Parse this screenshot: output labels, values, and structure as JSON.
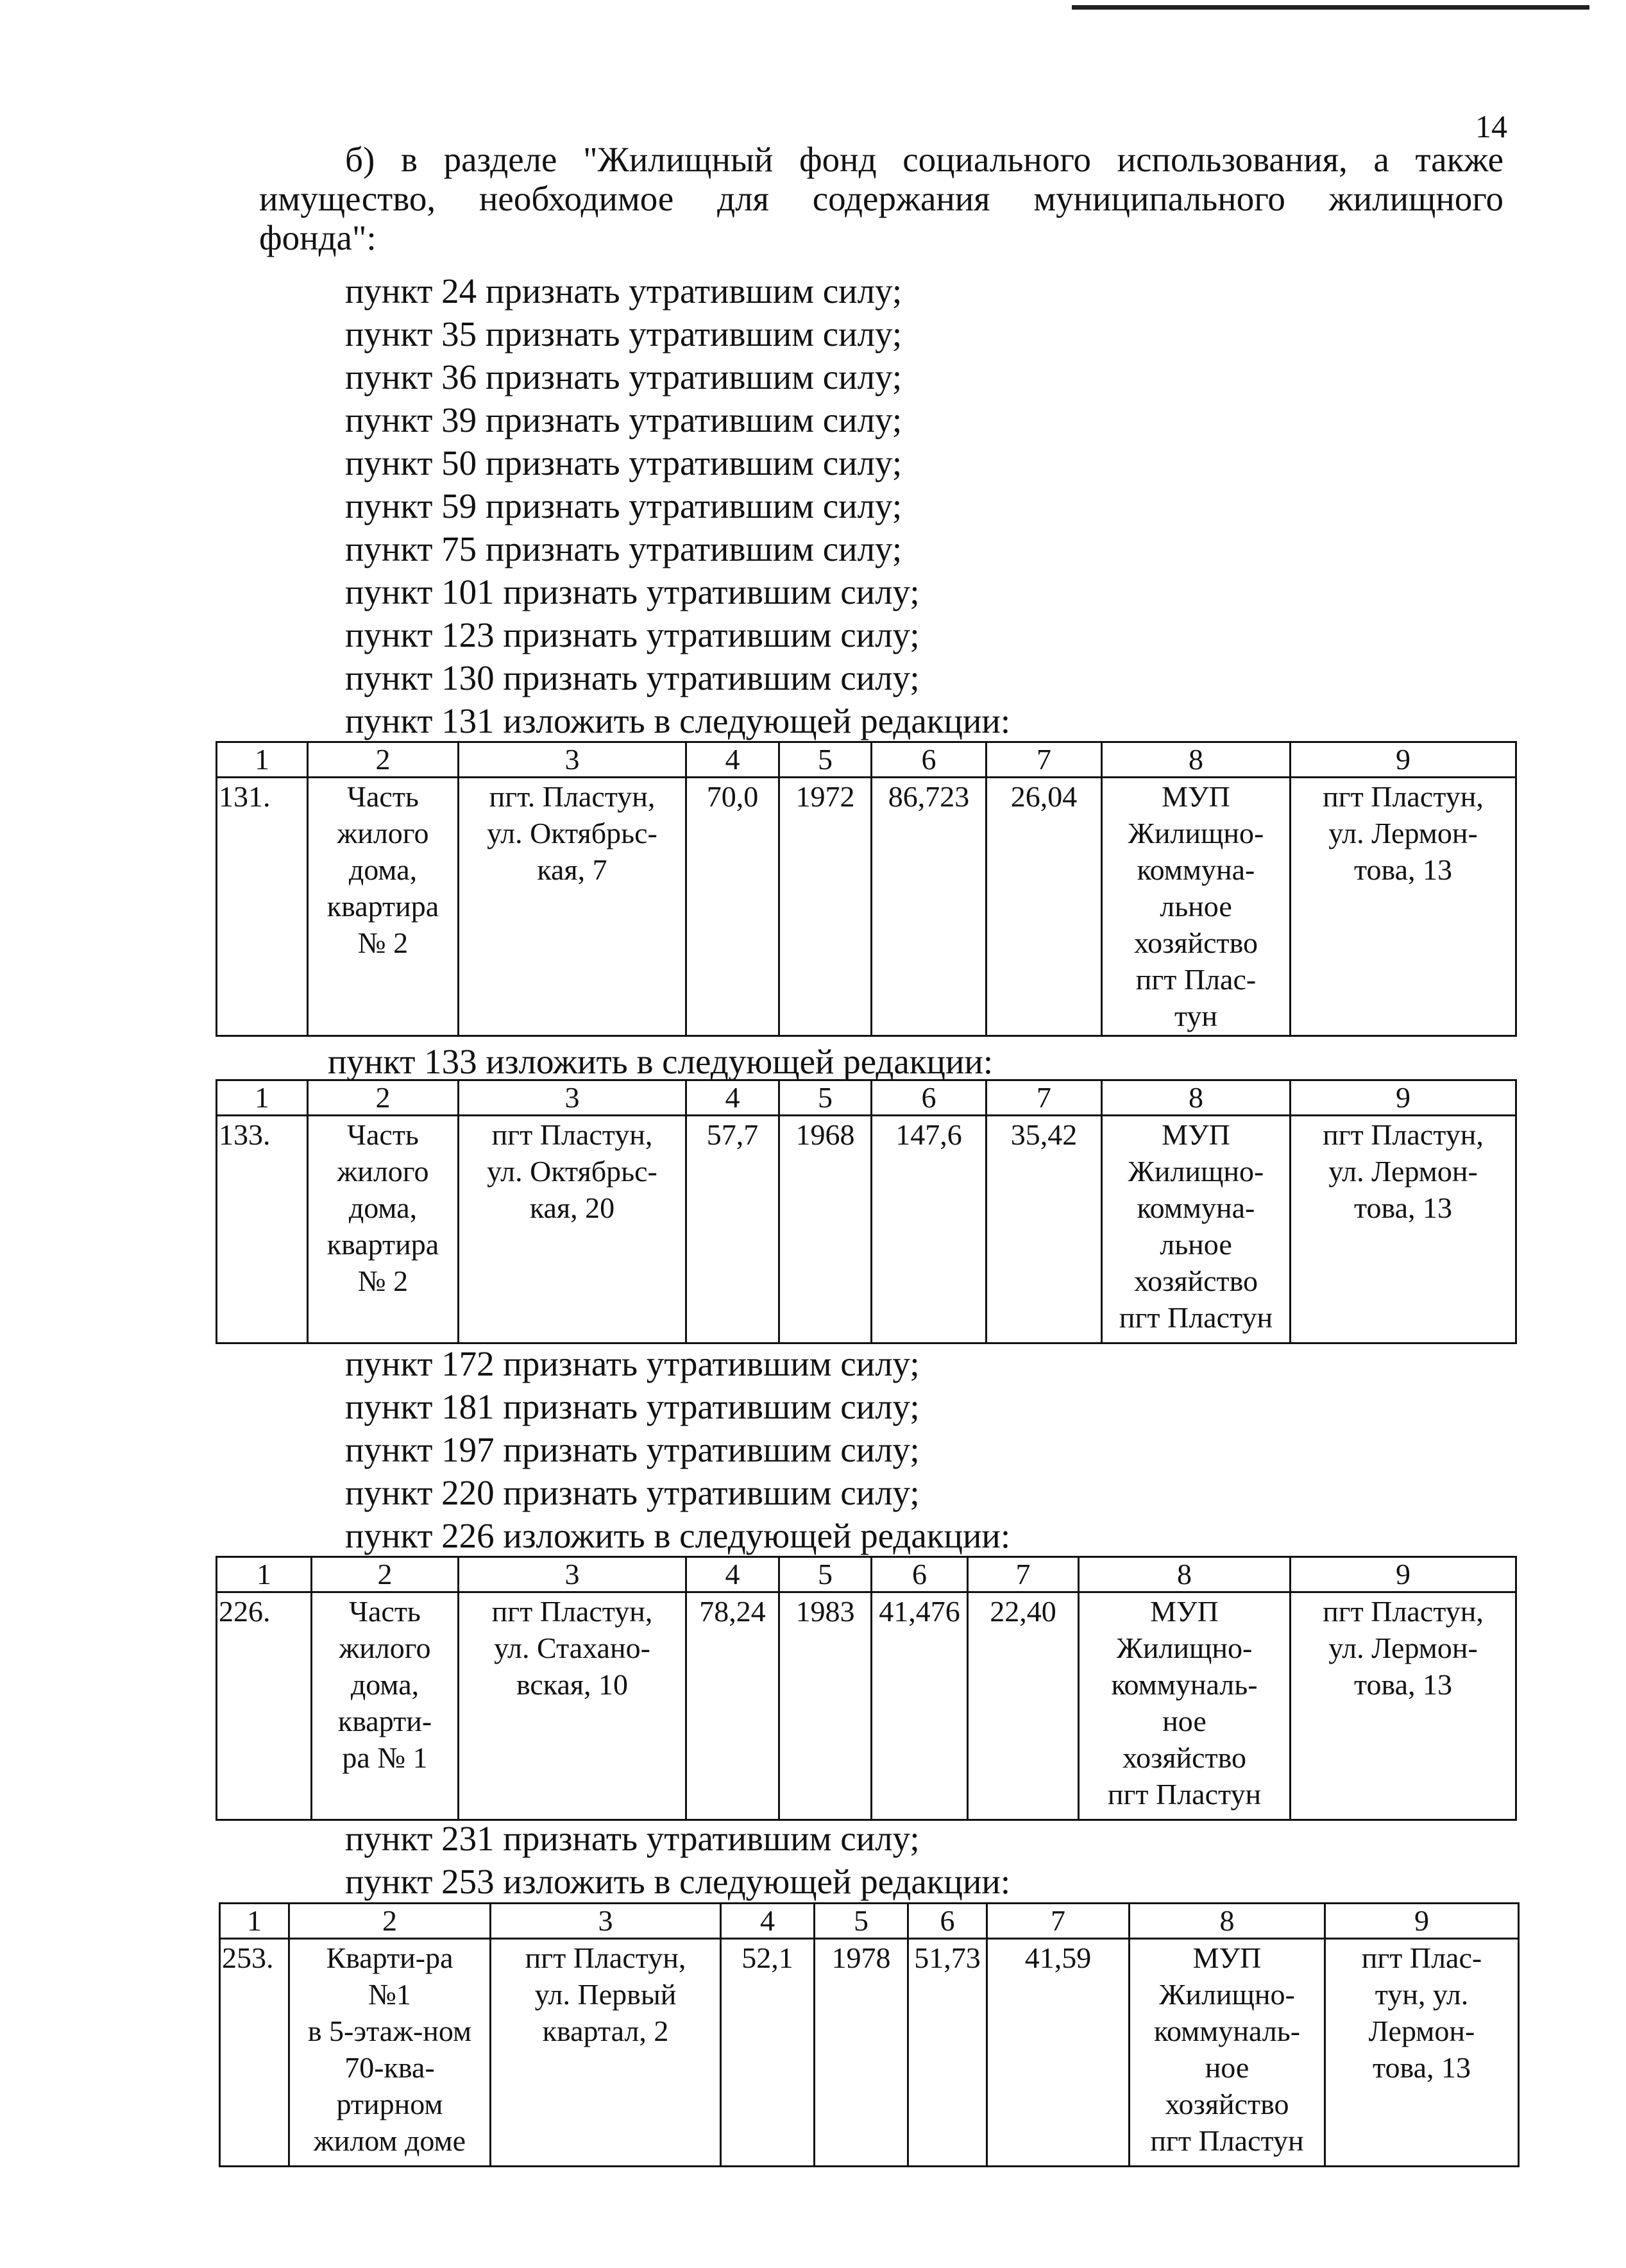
{
  "page_number": "14",
  "intro_lines": [
    "б) в разделе \"Жилищный фонд социального использования, а также",
    "имущество, необходимое для содержания муниципального жилищного",
    "фонда\":"
  ],
  "group1": [
    "пункт 24 признать утратившим силу;",
    "пункт 35 признать утратившим силу;",
    "пункт 36 признать утратившим силу;",
    "пункт 39 признать утратившим силу;",
    "пункт 50 признать утратившим силу;",
    "пункт 59 признать утратившим силу;",
    "пункт 75 признать утратившим силу;",
    "пункт 101 признать утратившим силу;",
    "пункт 123 признать утратившим силу;",
    "пункт 130 признать утратившим силу;",
    "пункт 131 изложить в следующей редакции:"
  ],
  "group2": [
    "пункт 133 изложить в следующей редакции:"
  ],
  "group3": [
    "пункт 172 признать утратившим силу;",
    "пункт 181 признать утратившим силу;",
    "пункт 197 признать утратившим силу;",
    "пункт 220 признать утратившим силу;",
    "пункт 226 изложить в следующей редакции:"
  ],
  "group4": [
    "пункт  231 признать утратившим силу;",
    "пункт 253 изложить в следующей редакции:"
  ],
  "header": [
    "1",
    "2",
    "3",
    "4",
    "5",
    "6",
    "7",
    "8",
    "9"
  ],
  "tables": [
    {
      "row": [
        "131.",
        "Часть\nжилого\nдома,\nквартира\n№ 2",
        "пгт. Пластун,\nул. Октябрьс-\nкая, 7",
        "70,0",
        "1972",
        "86,723",
        "26,04",
        "МУП\nЖилищно-\nкоммуна-\nльное\nхозяйство\nпгт Плас-\nтун",
        "пгт Пластун,\nул. Лермон-\nтова, 13"
      ]
    },
    {
      "row": [
        "133.",
        "Часть\nжилого\nдома,\nквартира\n№ 2",
        "пгт Пластун,\nул. Октябрьс-\nкая, 20",
        "57,7",
        "1968",
        "147,6",
        "35,42",
        "МУП\nЖилищно-\nкоммуна-\nльное\nхозяйство\nпгт Пластун",
        "пгт Пластун,\nул. Лермон-\nтова, 13"
      ]
    },
    {
      "row": [
        "226.",
        "Часть\nжилого\nдома,\nкварти-\nра № 1",
        "пгт Пластун,\nул. Стахано-\nвская, 10",
        "78,24",
        "1983",
        "41,476",
        "22,40",
        "МУП\nЖилищно-\nкоммуналь-\nное\nхозяйство\nпгт Пластун",
        "пгт Пластун,\nул. Лермон-\nтова, 13"
      ]
    },
    {
      "row": [
        "253.",
        "Кварти-ра\n№1\nв 5-этаж-ном\n70-ква-\nртирном\nжилом доме",
        "пгт Пластун,\nул. Первый\nквартал, 2",
        "52,1",
        "1978",
        "51,73",
        "41,59",
        "МУП\nЖилищно-\nкоммуналь-\nное\nхозяйство\nпгт Пластун",
        "пгт Плас-\nтун, ул.\nЛермон-\nтова, 13"
      ]
    }
  ]
}
